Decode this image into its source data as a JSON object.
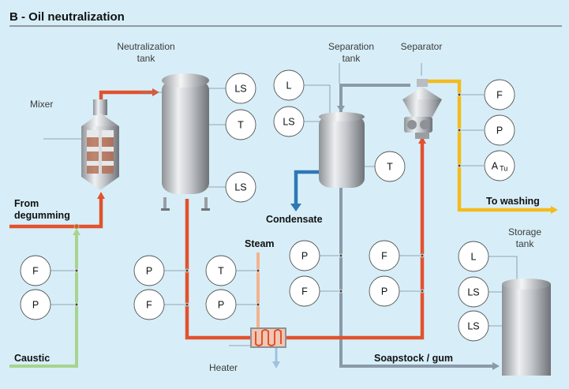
{
  "title": "B - Oil neutralization",
  "labels": {
    "mixer": "Mixer",
    "neutralization_tank": [
      "Neutralization",
      "tank"
    ],
    "separation_tank": [
      "Separation",
      "tank"
    ],
    "separator": "Separator",
    "storage_tank": [
      "Storage",
      "tank"
    ],
    "from_degumming": [
      "From",
      "degumming"
    ],
    "caustic": "Caustic",
    "condensate": "Condensate",
    "to_washing": "To washing",
    "steam": "Steam",
    "heater": "Heater",
    "soapstock": "Soapstock / gum"
  },
  "instruments": [
    {
      "id": "nt-ls-top",
      "text": "LS"
    },
    {
      "id": "nt-t",
      "text": "T"
    },
    {
      "id": "nt-ls-bottom",
      "text": "LS"
    },
    {
      "id": "st-l",
      "text": "L"
    },
    {
      "id": "st-ls",
      "text": "LS"
    },
    {
      "id": "st-t",
      "text": "T"
    },
    {
      "id": "sep-f",
      "text": "F"
    },
    {
      "id": "sep-p",
      "text": "P"
    },
    {
      "id": "sep-a",
      "text": "A",
      "sub": "Tu"
    },
    {
      "id": "caustic-f",
      "text": "F"
    },
    {
      "id": "caustic-p",
      "text": "P"
    },
    {
      "id": "pump-p",
      "text": "P"
    },
    {
      "id": "pump-f",
      "text": "F"
    },
    {
      "id": "heat-t",
      "text": "T"
    },
    {
      "id": "heat-p",
      "text": "P"
    },
    {
      "id": "soap-p",
      "text": "P"
    },
    {
      "id": "soap-f",
      "text": "F"
    },
    {
      "id": "oil-f",
      "text": "F"
    },
    {
      "id": "oil-p",
      "text": "P"
    },
    {
      "id": "stor-l",
      "text": "L"
    },
    {
      "id": "stor-ls1",
      "text": "LS"
    },
    {
      "id": "stor-ls2",
      "text": "LS"
    }
  ],
  "colors": {
    "background": "#d7eef8",
    "oil_line": "#e2522d",
    "caustic_line": "#a7d48e",
    "condensate_line": "#2f78b5",
    "washing_line": "#f2bb1e",
    "soapstock_line": "#8a9aa8",
    "steam_line": "#f2b38f"
  }
}
